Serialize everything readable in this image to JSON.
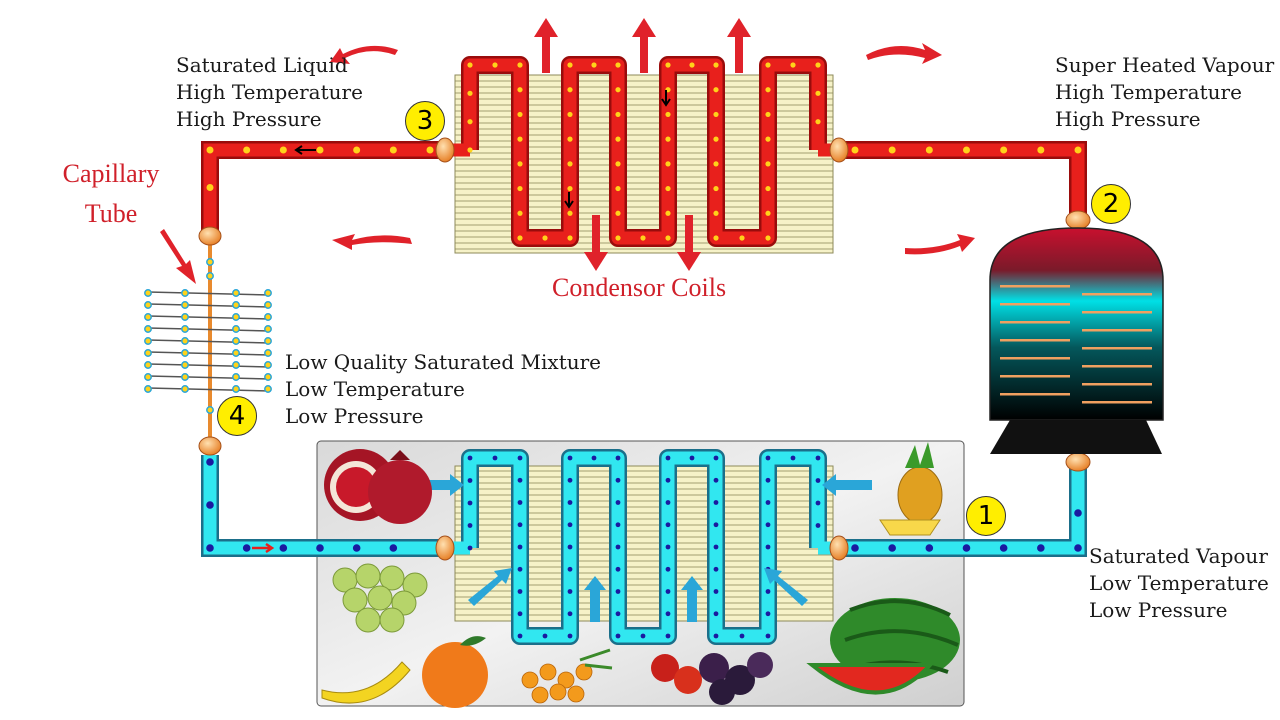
{
  "labels": {
    "point3": [
      "Saturated Liquid",
      "High Temperature",
      "High Pressure"
    ],
    "point2": [
      "Super Heated Vapour",
      "High Temperature",
      "High Pressure"
    ],
    "point4": [
      "Low Quality Saturated Mixture",
      "Low Temperature",
      "Low Pressure"
    ],
    "point1": [
      "Saturated Vapour",
      "Low Temperature",
      "Low Pressure"
    ],
    "capillary_title": [
      "Capillary",
      "Tube"
    ],
    "condenser_title": "Condensor Coils"
  },
  "markers": {
    "one": "1",
    "two": "2",
    "three": "3",
    "four": "4"
  },
  "colors": {
    "hot_pipe": "#e8201c",
    "hot_pipe_dark": "#9a0c0c",
    "hot_dot": "#ffd21a",
    "cold_pipe": "#31e7f0",
    "cold_pipe_dark": "#1b6f8a",
    "cold_dot": "#1a1aa0",
    "fins": "#f6f2c8",
    "fin_lines": "#8d8a5a",
    "heat_arrow": "#e0222a",
    "flow_arrow": "#2aa6d8",
    "marker": "#ffee00",
    "title_red": "#d0202a"
  },
  "icons": [
    "heat-out-arrow",
    "compressor",
    "capillary-tube",
    "evaporator-box",
    "pomegranate",
    "grapes",
    "banana",
    "peach",
    "sea-buckthorn",
    "cherries-plums",
    "watermelon",
    "pineapple"
  ]
}
